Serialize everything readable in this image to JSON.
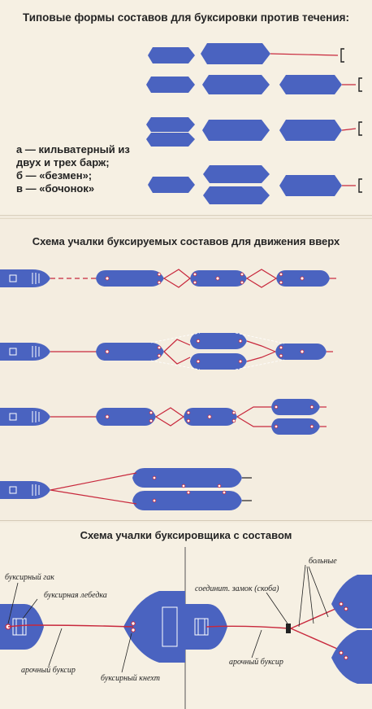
{
  "panel1": {
    "title": "Типовые формы составов для буксировки против течения:",
    "legend": [
      "а — кильватерный из",
      "двух и трех барж;",
      "б — «безмен»;",
      "в — «бочонок»"
    ]
  },
  "panel2": {
    "title": "Схема учалки буксируемых составов для движения вверх"
  },
  "panel3": {
    "title": "Схема учалки буксировщика с составом",
    "labels": {
      "tow_hook": "буксирный гак",
      "tow_winch": "буксирная лебедка",
      "arch_tow_left": "арочный буксир",
      "tow_bollard": "буксирный кнехт",
      "connecting_lock": "соединит. замок (скоба)",
      "arch_tow_right": "арочный буксир",
      "bollards": "больные"
    }
  },
  "colors": {
    "barge": "#4a63c0",
    "rope": "#c8283c",
    "paper": "#f6f0e3"
  }
}
